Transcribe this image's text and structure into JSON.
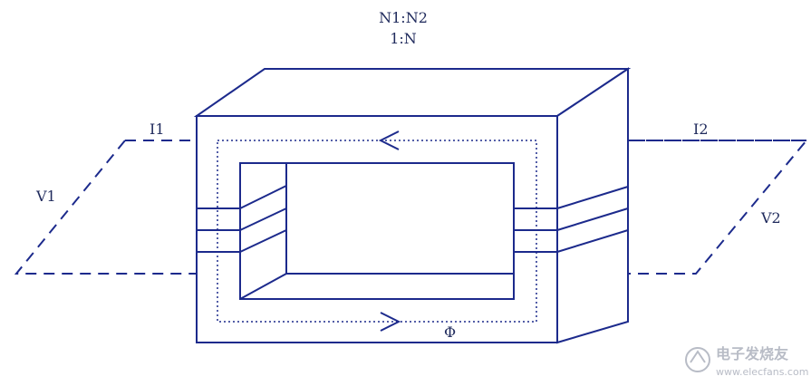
{
  "ratio_label": "N1:N2",
  "ratio_value": "1:N",
  "current_primary": "I1",
  "current_secondary": "I2",
  "voltage_primary": "V1",
  "voltage_secondary": "V2",
  "flux_label": "Φ",
  "watermark": {
    "cn": "电子发烧友",
    "url": "www.elecfans.com"
  },
  "colors": {
    "line": "#1c2a8c",
    "label": "#1f2a5c",
    "watermark": "#b8bcc6"
  }
}
